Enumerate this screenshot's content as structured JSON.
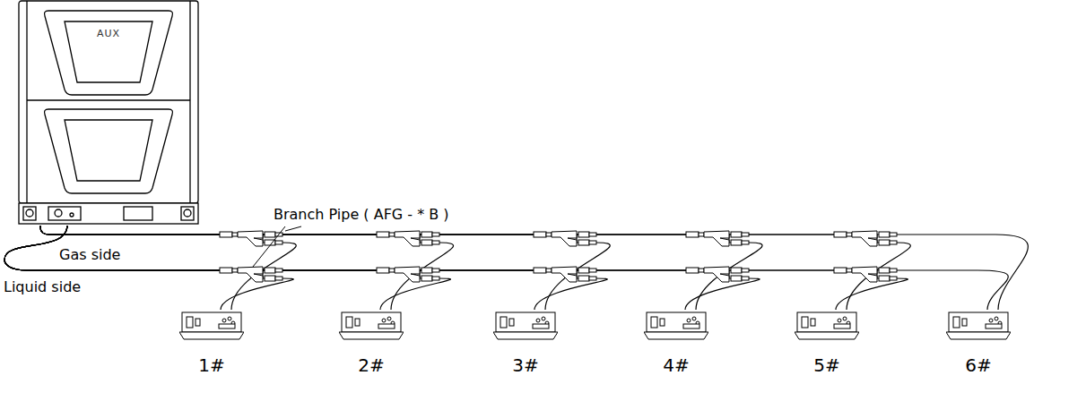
{
  "diagram": {
    "nodes": [
      {
        "text": [
          "AUX"
        ]
      },
      {
        "text": [
          "1#"
        ]
      },
      {
        "text": [
          "2#"
        ]
      },
      {
        "text": [
          "3#"
        ]
      },
      {
        "text": [
          "4#"
        ]
      },
      {
        "text": [
          "5#"
        ]
      },
      {
        "text": [
          "6#"
        ]
      }
    ],
    "edges": [
      {
        "from": 0,
        "to": 1,
        "arrow": "none"
      },
      {
        "from": 0,
        "to": 2,
        "arrow": "none"
      },
      {
        "from": 0,
        "to": 3,
        "arrow": "none"
      },
      {
        "from": 0,
        "to": 4,
        "arrow": "none"
      },
      {
        "from": 0,
        "to": 5,
        "arrow": "none"
      },
      {
        "from": 0,
        "to": 6,
        "arrow": "none"
      }
    ],
    "labels": [
      "Branch Pipe ( AFG - * B )",
      "Gas side",
      "Liquid side"
    ]
  }
}
